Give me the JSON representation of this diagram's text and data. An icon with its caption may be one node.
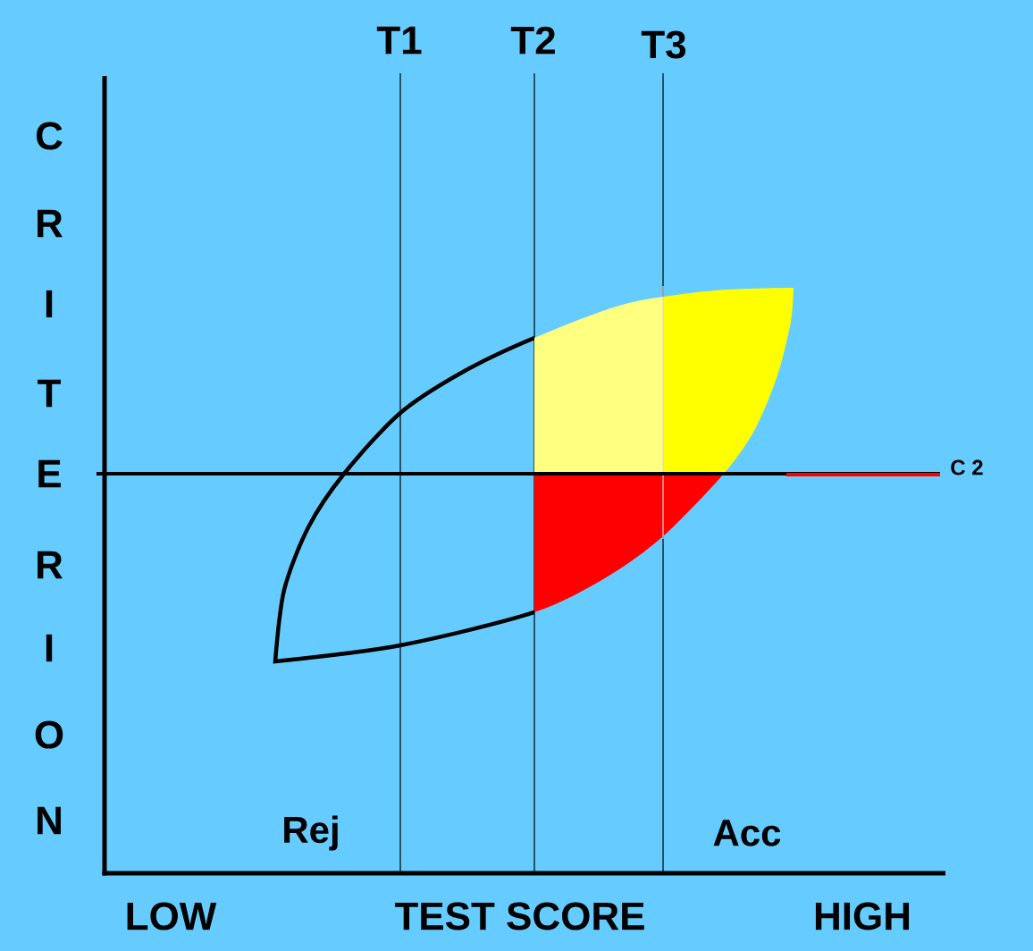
{
  "diagram": {
    "labels": [
      "T1",
      "T2",
      "T3",
      "C",
      "R",
      "I",
      "T",
      "E",
      "R",
      "I",
      "O",
      "N",
      "C 2",
      "Rej",
      "Acc",
      "LOW",
      "TEST SCORE",
      "HIGH"
    ]
  }
}
